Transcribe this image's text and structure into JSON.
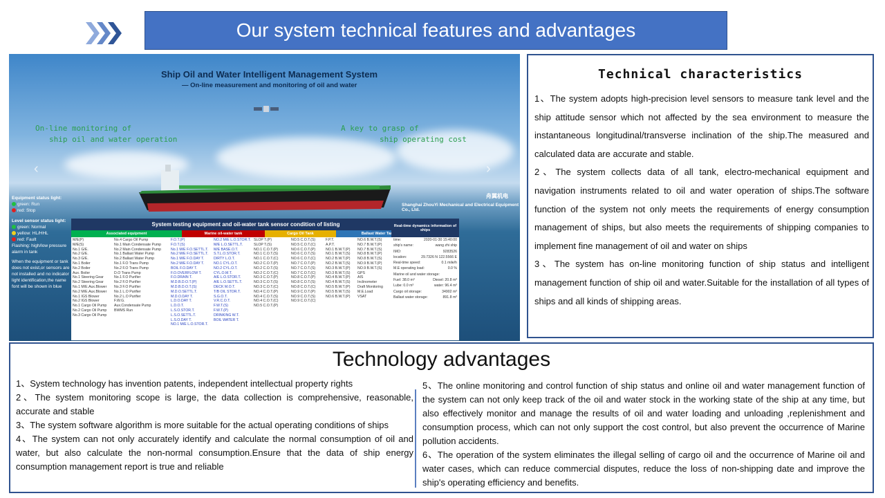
{
  "header": {
    "title": "Our system technical features and advantages"
  },
  "hero": {
    "title": "Ship Oil and Water Intelligent Management System",
    "subtitle": "— On-line measurement and monitoring of oil and water",
    "left_tagline_1": "On-line monitoring of",
    "left_tagline_2": "ship oil and water operation",
    "right_tagline_1": "A key to grasp of",
    "right_tagline_2": "ship operating cost",
    "company": "Shanghai ZhouYi Mechanical and Electrical Equipment Co., Ltd.",
    "logo_text": "舟翼机电",
    "legend": {
      "equip_title": "Equipment status light:",
      "green_run": "green: Run",
      "red_stop": "red: Stop",
      "level_title": "Level sensor status light:",
      "green_normal": "green: Normal",
      "yellow_hh": "yellow: HL/HHL",
      "red_fault": "red: Fault",
      "flash_note": "Flashing: high/low pressure alarm in tank",
      "blue_note": "When the equipment or tank does not exist,or sensors are not installed and no indicator light identification,the name font will be shown in blue"
    },
    "table": {
      "title": "System testing equipment and oil-water tank sensor condition of listing",
      "col_assoc": "Associated equipment",
      "col_marine": "Marine oil-water tank",
      "col_cargo": "Cargo Oil Tank",
      "col_ballast": "Ballast Water Tank",
      "assoc_a": "M/E(P)\nM/E(S)\nNo.1 G/E.\nNo.2 G/E.\nNo.3 G/E.\nNo.1 Boiler\nNo.2 Boiler\nAux. Boiler\nNo.1 Steering Gear\nNo.2 Steering Gear\nNo.1 M/E.Aux.Blower\nNo.2 M/E.Aux.Blower\nNo.1 IGS Blower\nNo.2 IGS Blower\nNo.1 Cargo Oil Pump\nNo.2 Cargo Oil Pump\nNo.3 Cargo Oil Pump",
      "assoc_b": "No.4 Cargo Oil Pump\nNo.1 Main Condensate Pump\nNo.2 Main Condensate Pump\nNo.1 Ballast Water Pump\nNo.2 Ballast Water Pump\nNo.1 F.O Trans Pump\nNo.2 F.O Trans Pump\nD.O Trans Pump\nNo.1 F.O Purifier\nNo.2 F.O Purifier\nNo.3 F.O Purifier\nNo.1 L.O Purifier\nNo.2 L.O Purifier\nF.W.G.\nAux.Condensate Pump\nBWMS Run",
      "marine_a": "F.O.T.(P)\nF.O.T.(S)\nNo.1 M/E F.O.SETTL.T.\nNo.2 M/E F.O.SETTL.T.\nNo.1 M/E F.O.DAY T.\nNo.2 M/E F.O.DAY T.\nBOIL F.O.DAY T.\nF.O.OVERFLOW T.\nF.O.DRAIN T.\nM.D.B.D.O.T.(P)\nM.D.B.D.O.T.(S)\nM.D.O.SETTL.T.\nM.D.O.DAY T.\nL.D.O.DAY T.\nL.D.O.T.\nL.S.O.STOR.T.\nL.S.O.SETTL.T.\nL.S.O.DAY T.\nNO.1 M/E L.O.STOR.T.",
      "marine_b": "NO.2 M/E L.O.STOR.T.\nM/E L.O.SETTL.T.\nM/E BASE.O.T.\nS.T.L.O.STOR.T.\nDIRTY L.O.T.\nNO.1 CYL.O.T.\nNO.2 CYL.O.T.\nCYL.O.M.T.\nA/E L.O.STOR.T.\nA/E L.O.SETTL.T.\nDECK M.O.T.\nT/B OIL STOR.T.\nS.G.O.T.\nV.R.C.O.T.\nF.W.T.(S)\nF.W.T.(P)\nDRINKING W.T.\nBOIL WATER T.",
      "cargo_a": "SLOP T.(P)\nSLOP T.(S)\nNO.1 C.O.T.(P)\nNO.1 C.O.T.(S)\nNO.1 C.O.T.(C)\nNO.2 C.O.T.(P)\nNO.2 C.O.T.(S)\nNO.2 C.O.T.(C)\nNO.3 C.O.T.(P)\nNO.3 C.O.T.(S)\nNO.3 C.O.T.(C)\nNO.4 C.O.T.(P)\nNO.4 C.O.T.(S)\nNO.4 C.O.T.(C)\nNO.5 C.O.T.(P)",
      "cargo_b": "NO.5 C.O.T.(S)\nNO.5 C.O.T.(C)\nNO.6 C.O.T.(P)\nNO.6 C.O.T.(S)\nNO.6 C.O.T.(C)\nNO.7 C.O.T.(P)\nNO.7 C.O.T.(S)\nNO.7 C.O.T.(C)\nNO.8 C.O.T.(P)\nNO.8 C.O.T.(S)\nNO.8 C.O.T.(C)\nNO.9 C.O.T.(P)\nNO.9 C.O.T.(S)\nNO.9 C.O.T.(C)",
      "ballast_a": "F.P.T.\nA.P.T.\nNO.1 B.W.T.(P)\nNO.1 B.W.T.(S)\nNO.2 B.W.T.(P)\nNO.2 B.W.T.(S)\nNO.3 B.W.T.(P)\nNO.3 B.W.T.(S)\nNO.4 B.W.T.(P)\nNO.4 B.W.T.(S)\nNO.5 B.W.T.(P)\nNO.5 B.W.T.(S)\nNO.6 B.W.T.(P)",
      "ballast_b": "NO.6 B.W.T.(S)\nNO.7 B.W.T.(P)\nNO.7 B.W.T.(S)\nNO.8 B.W.T.(P)\nNO.8 B.W.T.(S)\nNO.9 B.W.T.(P)\nNO.9 B.W.T.(S)\nGPS\nAIS\nInclinometer\nDraft Monitoring\nM.E.Load\nVSAT"
    },
    "realtime": {
      "title": "Real-time dynamics information of ships",
      "rows": [
        {
          "k": "time:",
          "v": "2020-01-30 15:40:00"
        },
        {
          "k": "ship's name:",
          "v": "wang zhi ship"
        },
        {
          "k": "IMO:",
          "v": "9283526"
        },
        {
          "k": "location:",
          "v": "29.7326 N 122.5566 E"
        },
        {
          "k": "Real-time speed:",
          "v": "0.1 mile/h"
        },
        {
          "k": "M.E operating load:",
          "v": "0.0 %"
        },
        {
          "k": "Marine oil and water storage:",
          "v": ""
        },
        {
          "k": "Fuel: 38.0 m³",
          "v": "Diesel: 20.8 m³"
        },
        {
          "k": "Lube: 0.0 m³",
          "v": "water: 96.4 m³"
        },
        {
          "k": "Cargo oil storage:",
          "v": "34902 m³"
        },
        {
          "k": "Ballast water storage:",
          "v": "891.8 m³"
        }
      ]
    }
  },
  "technical": {
    "title": "Technical characteristics",
    "p1": "1、The system adopts high-precision level sensors to measure tank level and the ship attitude sensor which not affected by the sea environment to measure the instantaneous longitudinal/transverse inclination of the ship.The measured and calculated data are accurate and stable.",
    "p2": "2、The system collects data of all tank, electro-mechanical equipment and navigation instruments related to oil and water operation of ships.The software function of the system not only meets the requirements of energy consumption management of ships, but also meets the requirements of shipping companies to implement fine management of oil and water on ships",
    "p3": "3、The system has on-line monitoring function of ship status and intelligent management function of ship oil and water.Suitable for the installation of all types of ships and all kinds of shipping areas."
  },
  "advantages": {
    "title": "Technology advantages",
    "p1": "1、System technology has invention patents, independent intellectual property rights",
    "p2": "2、The system monitoring scope is large, the data collection is comprehensive, reasonable, accurate and stable",
    "p3": "3、The system software algorithm is more suitable for the actual operating conditions of ships",
    "p4": "4、The system can not only accurately identify and calculate the normal consumption of oil and water, but also calculate the non-normal consumption.Ensure that the data of ship energy consumption management report is true and reliable",
    "p5": "5、The online monitoring and control function of ship status and online oil and water management function of the system can not only keep track of the oil and water stock in the working state of the ship at any time, but also effectively monitor and manage the results of oil and water loading and unloading ,replenishment and consumption process, which can not only support the cost control, but also prevent the occurrence of Marine pollution accidents.",
    "p6": "6、The operation of the system eliminates the illegal selling of cargo oil and the occurrence of Marine oil and water cases, which can reduce commercial disputes, reduce the loss of non-shipping date and improve the ship's operating efficiency and benefits."
  },
  "colors": {
    "title_bar": "#4472c4",
    "border": "#2f528f",
    "table_header": "#1f3864",
    "assoc_col": "#00b050",
    "marine_col": "#c00000",
    "cargo_col": "#e6b000",
    "ballast_col": "#2e75b6"
  }
}
